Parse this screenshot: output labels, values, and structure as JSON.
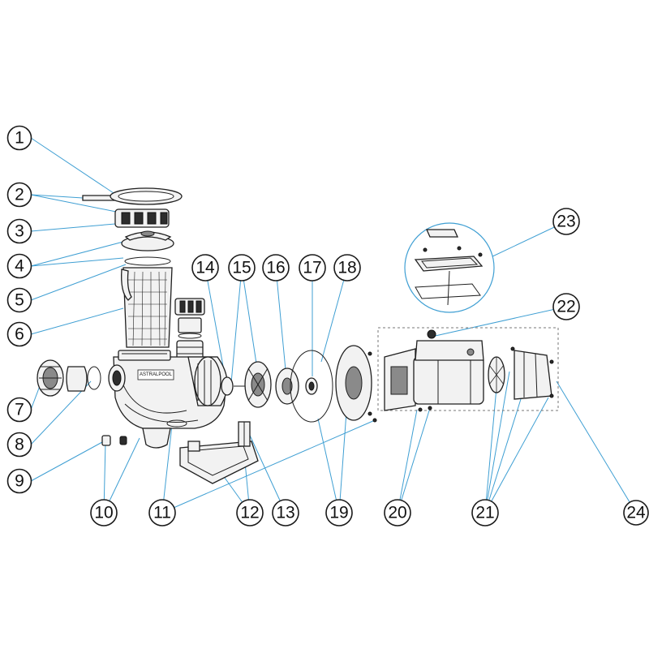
{
  "callouts": [
    "1",
    "2",
    "3",
    "4",
    "5",
    "6",
    "7",
    "8",
    "9",
    "10",
    "11",
    "12",
    "13",
    "14",
    "15",
    "16",
    "17",
    "18",
    "19",
    "20",
    "21",
    "22",
    "23",
    "24"
  ],
  "brand_label": "ASTRALPOOL",
  "colors": {
    "leader": "#3f9fd3",
    "outline": "#1f1f1f"
  }
}
